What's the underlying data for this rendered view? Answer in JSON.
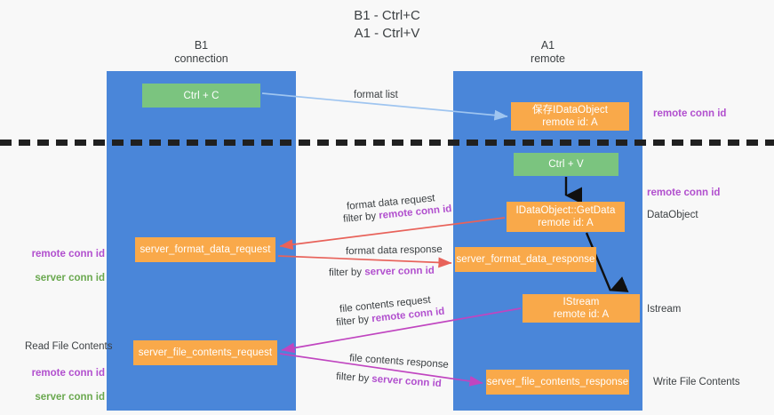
{
  "title": "B1 - Ctrl+C\nA1 - Ctrl+V",
  "lanes": [
    {
      "id": "b1",
      "header": "B1\nconnection"
    },
    {
      "id": "a1",
      "header": "A1\nremote"
    }
  ],
  "nodes": {
    "ctrl_c": "Ctrl + C",
    "save_idataobject": "保存IDataObject\nremote id: A",
    "ctrl_v": "Ctrl + V",
    "getdata": "IDataObject::GetData\nremote id: A",
    "server_format_data_request": "server_format_data_request",
    "server_format_data_response": "server_format_data_response",
    "istream": "IStream\nremote id: A",
    "server_file_contents_request": "server_file_contents_request",
    "server_file_contents_response": "server_file_contents_response"
  },
  "flows": {
    "format_list": "format list",
    "format_data_request": "format data request",
    "format_data_request_filter_prefix": "filter by ",
    "format_data_request_filter_value": "remote conn id",
    "format_data_response": "format data response",
    "format_data_response_filter_prefix": "filter by ",
    "format_data_response_filter_value": "server conn id",
    "file_contents_request": "file contents request",
    "file_contents_request_filter_prefix": "filter by ",
    "file_contents_request_filter_value": "remote conn id",
    "file_contents_response": "file contents response",
    "file_contents_response_filter_prefix": "filter by ",
    "file_contents_response_filter_value": "server conn id"
  },
  "side_labels": {
    "remote_conn_id_top": "remote conn id",
    "remote_conn_id_mid": "remote conn id",
    "dataobject": "DataObject",
    "istream": "Istream",
    "write_file_contents": "Write File Contents",
    "read_file_contents": "Read File Contents",
    "left_ids_mid": "remote conn id\nserver conn id",
    "left_ids_bottom": "remote conn id\nserver conn id"
  },
  "colors": {
    "lane": "#4a86d9",
    "green_node": "#7bc47f",
    "orange_node": "#f9a94a",
    "remote_conn_id": "#b14fce",
    "server_conn_id": "#6aa84f",
    "arrow_light_blue": "#9fc5f0",
    "arrow_red": "#e8625a",
    "arrow_magenta": "#c045c0",
    "arrow_black": "#101010",
    "background": "#f8f8f8"
  }
}
